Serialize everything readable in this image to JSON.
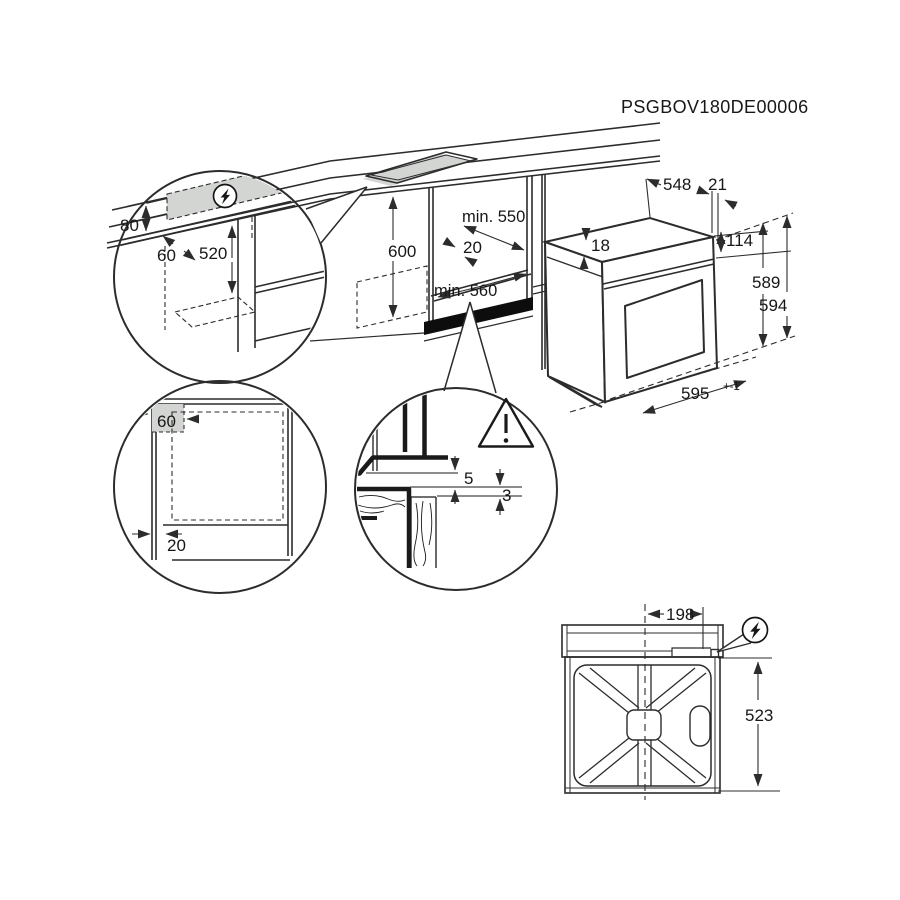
{
  "title": "PSGBOV180DE00006",
  "colors": {
    "line": "#2c2c2c",
    "text": "#171717",
    "zone_gray": "#d3d5d3",
    "solid_black": "#0d0d0d"
  },
  "icons": {
    "electric_connection": "lightning-bolt-in-circle",
    "warning": "exclamation-triangle"
  },
  "main_view": {
    "niche_height": "600",
    "niche_depth_min": "min. 550",
    "rear_gap": "20",
    "niche_width_min": "min. 560"
  },
  "oven_view": {
    "top_depth": "548",
    "door_offset": "21",
    "top_thickness": "18",
    "control_panel_height": "114",
    "body_height": "589",
    "front_height": "594",
    "width": "595",
    "width_tolerance": "+-1"
  },
  "connection_detail": {
    "worktop_edge": "80",
    "zone_depth": "60",
    "clearance_below": "520"
  },
  "side_detail": {
    "zone_depth": "60",
    "plinth_recess": "20"
  },
  "gap_detail": {
    "upper_gap": "5",
    "lower_gap": "3"
  },
  "rear_view": {
    "terminal_offset": "198",
    "rear_height": "523"
  }
}
